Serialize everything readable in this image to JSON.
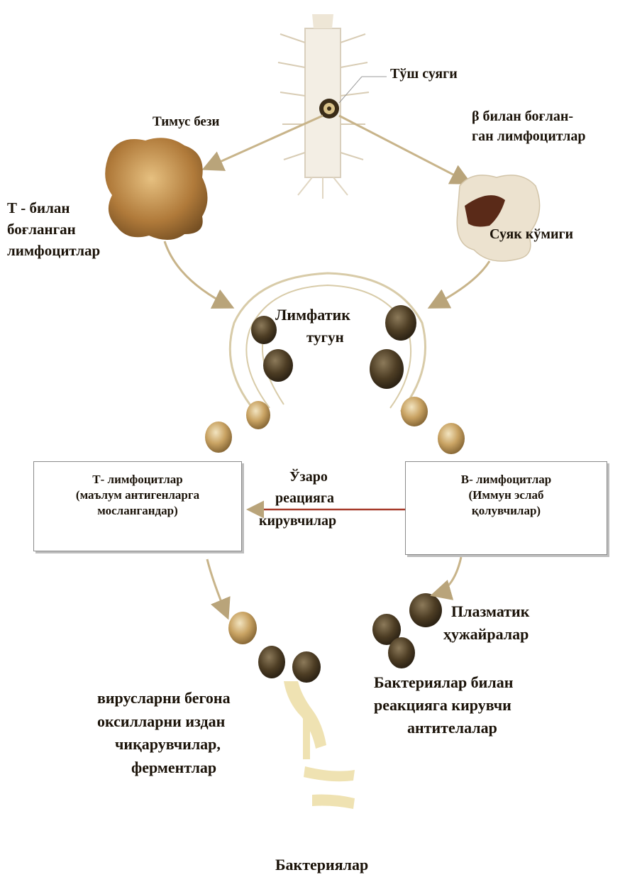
{
  "labels": {
    "sternum": "Тўш суяги",
    "thymus": "Тимус бези",
    "b_bound_1": "β билан боғлан-",
    "b_bound_2": "ган лимфоцитлар",
    "t_bound_1": "Т - билан",
    "t_bound_2": "боғланган",
    "t_bound_3": "лимфоцитлар",
    "bone_marrow": "Суяк кўмиги",
    "lymph_node_1": "Лимфатик",
    "lymph_node_2": "тугун",
    "interaction_1": "Ўзаро",
    "interaction_2": "реацияга",
    "interaction_3": "кирувчилар",
    "plasma_1": "Плазматик",
    "plasma_2": "ҳужайралар",
    "antibodies_1": "Бактериялар билан",
    "antibodies_2": "реакцияга кирувчи",
    "antibodies_3": "антителалар",
    "killers_1": "вирусларни бегона",
    "killers_2": "оксилларни издан",
    "killers_3": "чиқарувчилар,",
    "killers_4": "ферментлар",
    "bacteria": "Бактериялар"
  },
  "boxes": {
    "t_lymph": {
      "line1": "Т- лимфоцитлар",
      "line2": "(маълум антигенларга",
      "line3": "мослангандар)"
    },
    "b_lymph": {
      "line1": "В- лимфоцитлар",
      "line2": "(Иммун эслаб",
      "line3": "қолувчилар)"
    }
  },
  "colors": {
    "arrow": "#c8b48a",
    "arrow_dark": "#9a8660",
    "thymus": "#b07a3a",
    "marrow": "#e8dcc6",
    "cell_light": "#d4b072",
    "cell_dark": "#4a3a22",
    "bacteria": "#ecdca0"
  }
}
